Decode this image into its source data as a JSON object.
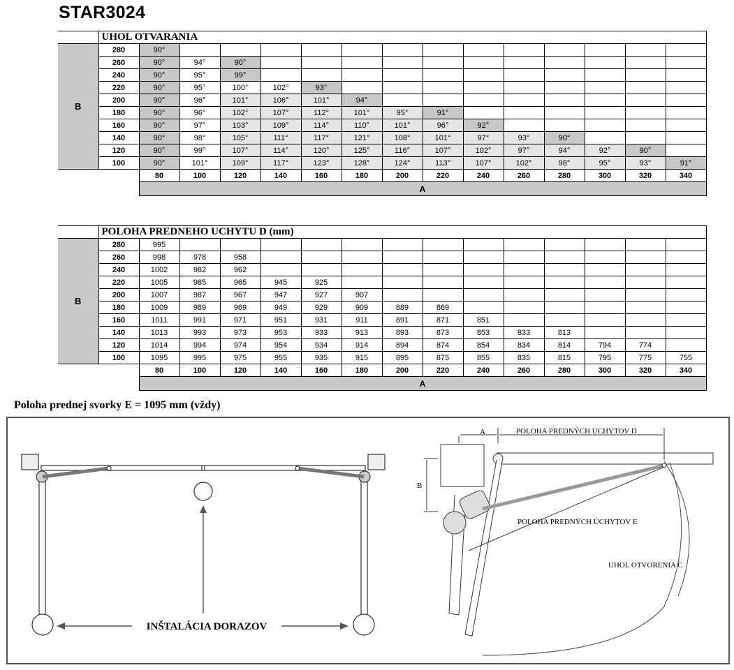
{
  "title": "STAR3024",
  "table1": {
    "header": "UHOL OTVARANIA",
    "b_label": "B",
    "a_label": "A",
    "cols": [
      "80",
      "100",
      "120",
      "140",
      "160",
      "180",
      "200",
      "220",
      "240",
      "260",
      "280",
      "300",
      "320",
      "340"
    ],
    "rows": [
      {
        "b": "280",
        "cells": [
          "90°",
          "",
          "",
          "",
          "",
          "",
          "",
          "",
          "",
          "",
          "",
          "",
          "",
          ""
        ]
      },
      {
        "b": "260",
        "cells": [
          "90°",
          "94°",
          "90°",
          "",
          "",
          "",
          "",
          "",
          "",
          "",
          "",
          "",
          "",
          ""
        ]
      },
      {
        "b": "240",
        "cells": [
          "90°",
          "95°",
          "99°",
          "",
          "",
          "",
          "",
          "",
          "",
          "",
          "",
          "",
          "",
          ""
        ]
      },
      {
        "b": "220",
        "cells": [
          "90°",
          "95°",
          "100°",
          "102°",
          "93°",
          "",
          "",
          "",
          "",
          "",
          "",
          "",
          "",
          ""
        ]
      },
      {
        "b": "200",
        "cells": [
          "90°",
          "96°",
          "101°",
          "106°",
          "101°",
          "94°",
          "",
          "",
          "",
          "",
          "",
          "",
          "",
          ""
        ]
      },
      {
        "b": "180",
        "cells": [
          "90°",
          "96°",
          "102°",
          "107°",
          "112°",
          "101°",
          "95°",
          "91°",
          "",
          "",
          "",
          "",
          "",
          ""
        ]
      },
      {
        "b": "160",
        "cells": [
          "90°",
          "97°",
          "103°",
          "109°",
          "114°",
          "110°",
          "101°",
          "96°",
          "92°",
          "",
          "",
          "",
          "",
          ""
        ]
      },
      {
        "b": "140",
        "cells": [
          "90°",
          "98°",
          "105°",
          "111°",
          "117°",
          "121°",
          "108°",
          "101°",
          "97°",
          "93°",
          "90°",
          "",
          "",
          ""
        ]
      },
      {
        "b": "120",
        "cells": [
          "90°",
          "99°",
          "107°",
          "114°",
          "120°",
          "125°",
          "116°",
          "107°",
          "102°",
          "97°",
          "94°",
          "92°",
          "90°",
          ""
        ]
      },
      {
        "b": "100",
        "cells": [
          "90°",
          "101°",
          "109°",
          "117°",
          "123°",
          "128°",
          "124°",
          "113°",
          "107°",
          "102°",
          "98°",
          "95°",
          "93°",
          "91°"
        ]
      }
    ]
  },
  "table2": {
    "header": "POLOHA PREDNEHO UCHYTU   D (mm)",
    "b_label": "B",
    "a_label": "A",
    "cols": [
      "80",
      "100",
      "120",
      "140",
      "160",
      "180",
      "200",
      "220",
      "240",
      "260",
      "280",
      "300",
      "320",
      "340"
    ],
    "rows": [
      {
        "b": "280",
        "cells": [
          "995",
          "",
          "",
          "",
          "",
          "",
          "",
          "",
          "",
          "",
          "",
          "",
          "",
          ""
        ]
      },
      {
        "b": "260",
        "cells": [
          "998",
          "978",
          "958",
          "",
          "",
          "",
          "",
          "",
          "",
          "",
          "",
          "",
          "",
          ""
        ]
      },
      {
        "b": "240",
        "cells": [
          "1002",
          "982",
          "962",
          "",
          "",
          "",
          "",
          "",
          "",
          "",
          "",
          "",
          "",
          ""
        ]
      },
      {
        "b": "220",
        "cells": [
          "1005",
          "985",
          "965",
          "945",
          "925",
          "",
          "",
          "",
          "",
          "",
          "",
          "",
          "",
          ""
        ]
      },
      {
        "b": "200",
        "cells": [
          "1007",
          "987",
          "967",
          "947",
          "927",
          "907",
          "",
          "",
          "",
          "",
          "",
          "",
          "",
          ""
        ]
      },
      {
        "b": "180",
        "cells": [
          "1009",
          "989",
          "969",
          "949",
          "929",
          "909",
          "889",
          "869",
          "",
          "",
          "",
          "",
          "",
          ""
        ]
      },
      {
        "b": "160",
        "cells": [
          "1011",
          "991",
          "971",
          "951",
          "931",
          "911",
          "891",
          "871",
          "851",
          "",
          "",
          "",
          "",
          ""
        ]
      },
      {
        "b": "140",
        "cells": [
          "1013",
          "993",
          "973",
          "953",
          "933",
          "913",
          "893",
          "873",
          "853",
          "833",
          "813",
          "",
          "",
          ""
        ]
      },
      {
        "b": "120",
        "cells": [
          "1014",
          "994",
          "974",
          "954",
          "934",
          "914",
          "894",
          "874",
          "854",
          "834",
          "814",
          "794",
          "774",
          ""
        ]
      },
      {
        "b": "100",
        "cells": [
          "1095",
          "995",
          "975",
          "955",
          "935",
          "915",
          "895",
          "875",
          "855",
          "835",
          "815",
          "795",
          "775",
          "755"
        ]
      }
    ]
  },
  "note": "Poloha prednej svorky E = 1095 mm (vždy)",
  "diagram": {
    "install_label": "INŠTALÁCIA DORAZOV",
    "label_a": "A",
    "label_b": "B",
    "label_d": "POLOHA PREDNÝCH UCHYTOV   D",
    "label_e": "POLOHA PREDNÝCH ÚCHYTOV   E",
    "label_c": "UHOL OTVORENIA   C"
  }
}
